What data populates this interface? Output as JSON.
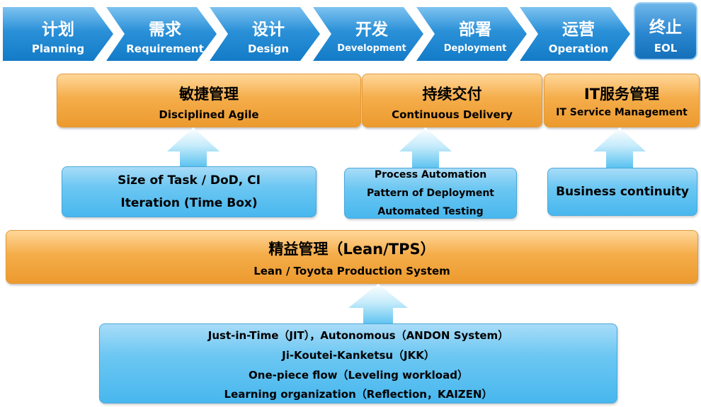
{
  "phases": [
    {
      "cn": "计划",
      "en": "Planning"
    },
    {
      "cn": "需求",
      "en": "Requirement"
    },
    {
      "cn": "设计",
      "en": "Design"
    },
    {
      "cn": "开发",
      "en": "Development"
    },
    {
      "cn": "部署",
      "en": "Deployment"
    },
    {
      "cn": "运营",
      "en": "Operation"
    }
  ],
  "eol": {
    "cn": "终止",
    "en": "EOL"
  },
  "practices": [
    {
      "cn": "敏捷管理",
      "en": "Disciplined Agile"
    },
    {
      "cn": "持续交付",
      "en": "Continuous Delivery"
    },
    {
      "cn": "IT服务管理",
      "en": "IT Service Management"
    }
  ],
  "supports": [
    {
      "lines": [
        "Size of Task / DoD, CI",
        "Iteration (Time Box)"
      ]
    },
    {
      "lines": [
        "Process Automation",
        "Pattern of Deployment",
        "Automated Testing"
      ]
    },
    {
      "lines": [
        "Business continuity"
      ]
    }
  ],
  "lean": {
    "cn": "精益管理（Lean/TPS）",
    "en": "Lean / Toyota Production System"
  },
  "foundation": {
    "lines": [
      "Just-in-Time（JIT），Autonomous（ANDON System）",
      "Ji-Koutei-Kanketsu（JKK）",
      "One-piece flow（Leveling workload）",
      "Learning organization（Reflection，KAIZEN）"
    ]
  },
  "colors": {
    "phase_blue": "#2a90d8",
    "orange": "#f5ad4a",
    "light_blue": "#6cc7f2"
  }
}
